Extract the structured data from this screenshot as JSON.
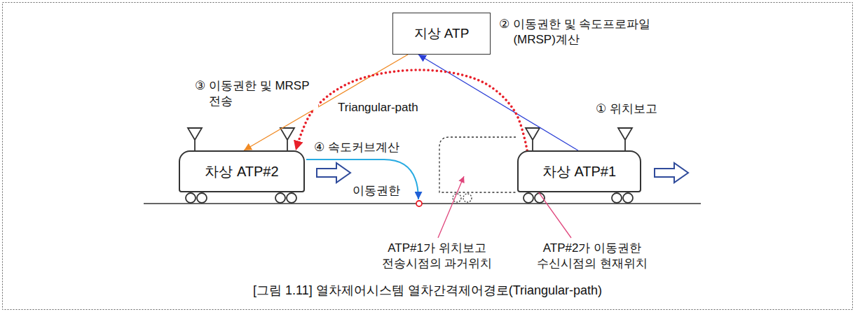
{
  "diagram": {
    "caption": "[그림 1.11] 열차제어시스템 열차간격제어경로(Triangular-path)",
    "nodes": [
      {
        "text": [
          "지상 ATP"
        ]
      },
      {
        "text": [
          "차상 ATP#2"
        ]
      },
      {
        "text": [
          "차상 ATP#1"
        ]
      }
    ],
    "edges": [
      {
        "from": 2,
        "to": 0,
        "arrow": "to",
        "label": "① 위치보고"
      },
      {
        "from": 0,
        "to": 1,
        "arrow": "to",
        "label": "③ 이동권한 및 MRSP 전송"
      },
      {
        "from": 2,
        "to": 1,
        "arrow": "to",
        "label": "Triangular-path"
      }
    ],
    "labels": [
      "② 이동권한 및 속도프로파일(MRSP)계산",
      "④ 속도커브계산",
      "이동권한",
      "ATP#1가 위치보고 전송시점의 과거위치",
      "ATP#2가 이동권한 수신시점의 현재위치"
    ]
  }
}
